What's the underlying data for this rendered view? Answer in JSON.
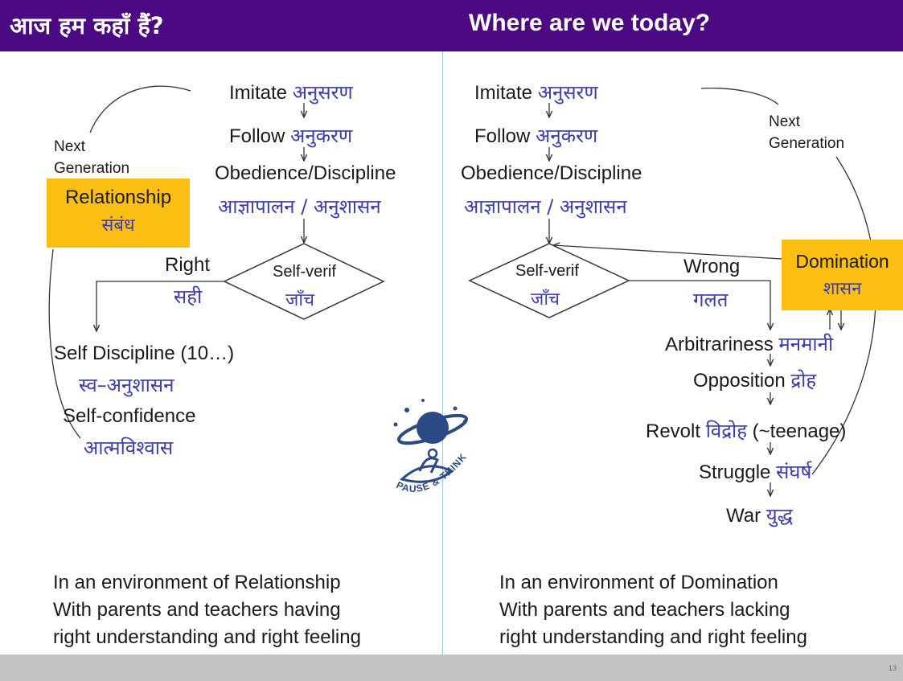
{
  "header": {
    "title_hindi": "आज हम कहाँ हैं?",
    "title_english": "Where are we today?"
  },
  "left": {
    "steps": [
      {
        "en": "Imitate",
        "hi": "अनुसरण"
      },
      {
        "en": "Follow",
        "hi": "अनुकरण"
      },
      {
        "en": "Obedience/Discipline",
        "hi": "आज्ञापालन / अनुशासन"
      }
    ],
    "decision": {
      "en": "Self-verif",
      "hi": "जाँच"
    },
    "branch": {
      "en": "Right",
      "hi": "सही"
    },
    "outcomes": [
      {
        "en": "Self Discipline (10…)",
        "hi": "स्व–अनुशासन"
      },
      {
        "en": "Self-confidence",
        "hi": "आत्मविश्वास"
      }
    ],
    "next_generation": {
      "line1": "Next",
      "line2": "Generation"
    },
    "box": {
      "en": "Relationship",
      "hi": "संबंध"
    },
    "caption": [
      "In an environment of Relationship",
      "With parents and teachers having",
      "right understanding and right feeling"
    ]
  },
  "right": {
    "steps": [
      {
        "en": "Imitate",
        "hi": "अनुसरण"
      },
      {
        "en": "Follow",
        "hi": "अनुकरण"
      },
      {
        "en": "Obedience/Discipline",
        "hi": "आज्ञापालन / अनुशासन"
      }
    ],
    "decision": {
      "en": "Self-verif",
      "hi": "जाँच"
    },
    "branch": {
      "en": "Wrong",
      "hi": "गलत"
    },
    "outcomes": [
      {
        "en": "Arbitrariness",
        "hi": "मनमानी"
      },
      {
        "en": "Opposition",
        "hi": "द्रोह"
      },
      {
        "en": "Revolt",
        "hi": "विद्रोह",
        "note": "(~teenage)"
      },
      {
        "en": "Struggle",
        "hi": "संघर्ष"
      },
      {
        "en": "War",
        "hi": "युद्ध"
      }
    ],
    "next_generation": {
      "line1": "Next",
      "line2": "Generation"
    },
    "box": {
      "en": "Domination",
      "hi": "शासन"
    },
    "caption": [
      "In an environment of Domination",
      "With parents and teachers lacking",
      "right understanding and right feeling"
    ]
  },
  "logo": {
    "text": "PAUSE & THINK",
    "icon": "pause-and-think-logo-icon"
  },
  "footer": {
    "slide_number": "13"
  },
  "colors": {
    "header": "#4b0a82",
    "box": "#fbbf14",
    "hindi_text": "#3b3bb3",
    "divider": "#a7c7dc",
    "footer": "#c3c3c3"
  }
}
